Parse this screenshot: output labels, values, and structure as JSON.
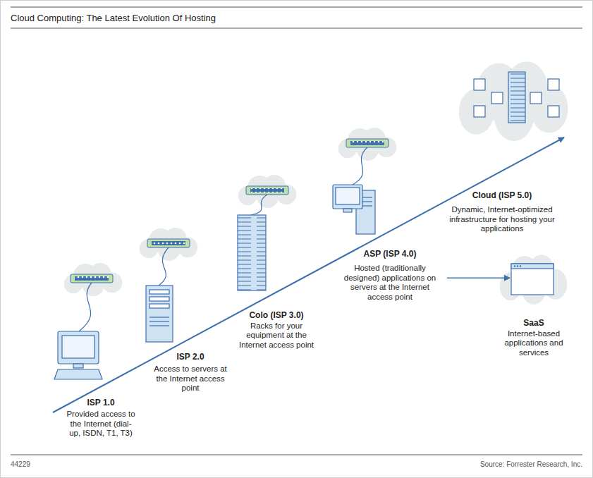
{
  "diagram": {
    "title": "Cloud Computing: The Latest Evolution Of Hosting",
    "labels": [
      "ISP 1.0",
      "Provided access to the Internet (dial-up, ISDN, T1, T3)",
      "ISP 2.0",
      "Access to servers at the Internet access point",
      "Colo (ISP 3.0)",
      "Racks for your equipment at the Internet access point",
      "ASP (ISP 4.0)",
      "Hosted (traditionally designed) applications on servers at the Internet access point",
      "Cloud (ISP 5.0)",
      "Dynamic, Internet-optimized infrastructure for hosting your applications",
      "SaaS",
      "Internet-based applications and services",
      "44229",
      "Source: Forrester Research, Inc."
    ]
  }
}
